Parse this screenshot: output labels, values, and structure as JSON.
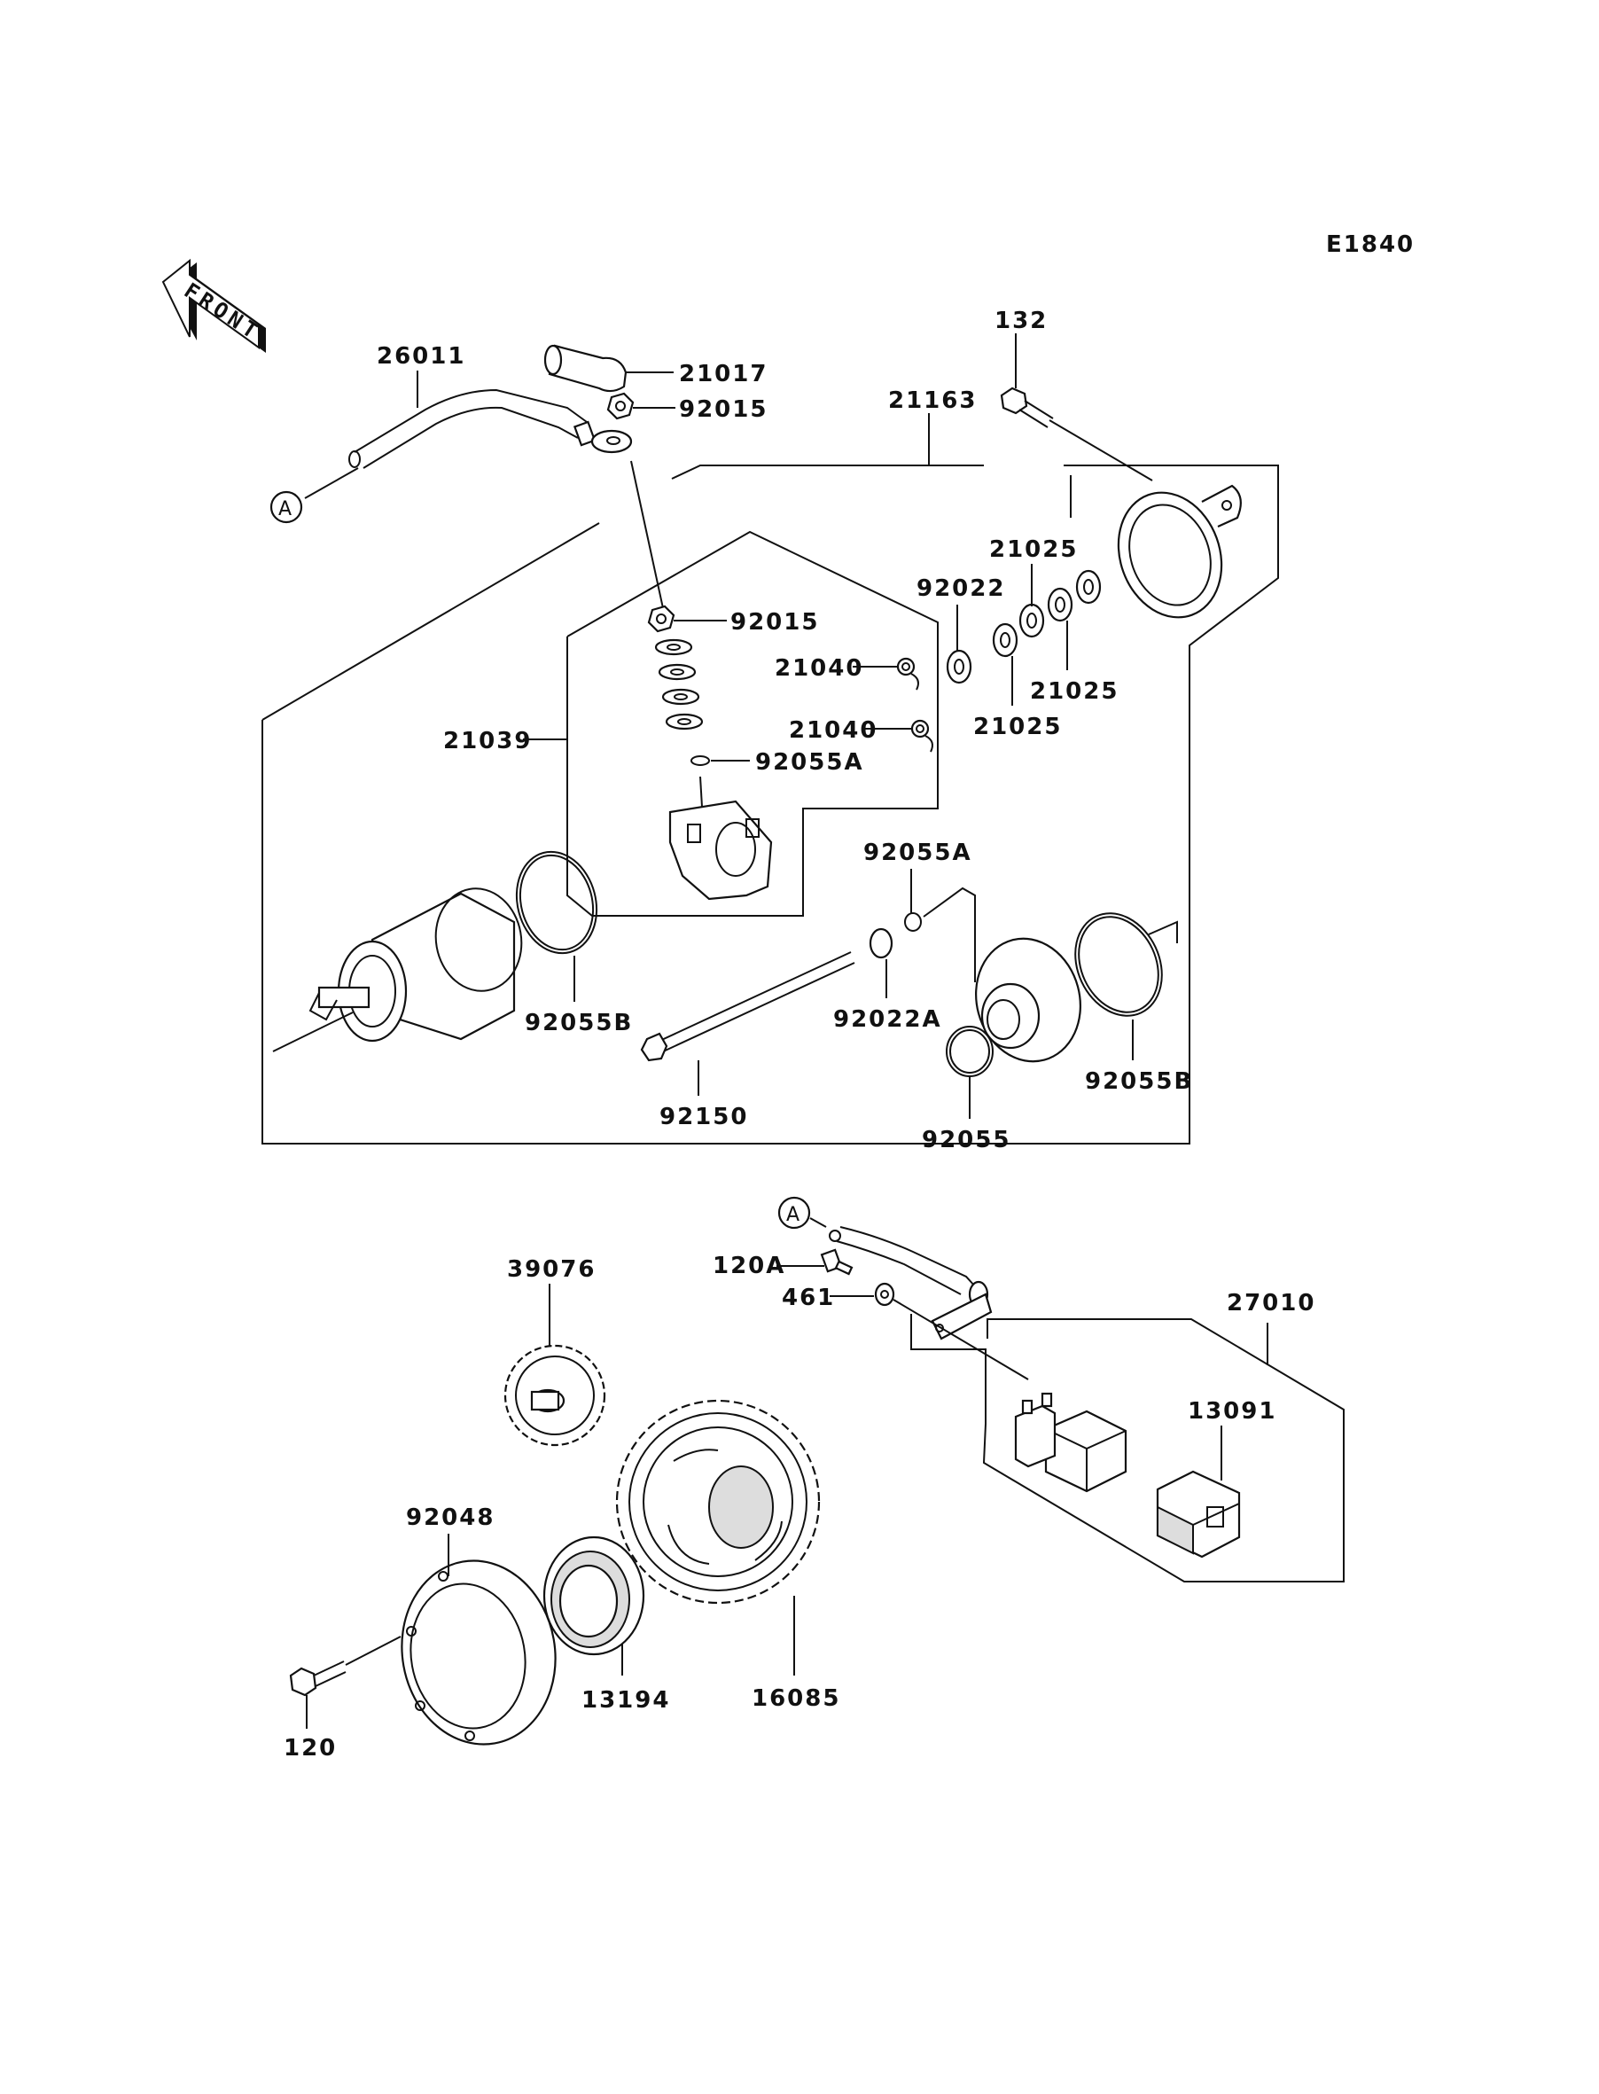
{
  "diagram": {
    "figure_code": "E1840",
    "front_label": "FRONT",
    "ref_marker": "A",
    "parts": {
      "p26011": "26011",
      "p21017": "21017",
      "p92015a": "92015",
      "p92015b": "92015",
      "p21163": "21163",
      "p132": "132",
      "p21025a": "21025",
      "p21025b": "21025",
      "p21025c": "21025",
      "p92022": "92022",
      "p21040a": "21040",
      "p21040b": "21040",
      "p21039": "21039",
      "p92055A_a": "92055A",
      "p92055A_b": "92055A",
      "p92055B_a": "92055B",
      "p92055B_b": "92055B",
      "p92022A": "92022A",
      "p92150": "92150",
      "p92055": "92055",
      "p39076": "39076",
      "p120A": "120A",
      "p461": "461",
      "p27010": "27010",
      "p13091": "13091",
      "p92048": "92048",
      "p120": "120",
      "p13194": "13194",
      "p16085": "16085"
    }
  }
}
